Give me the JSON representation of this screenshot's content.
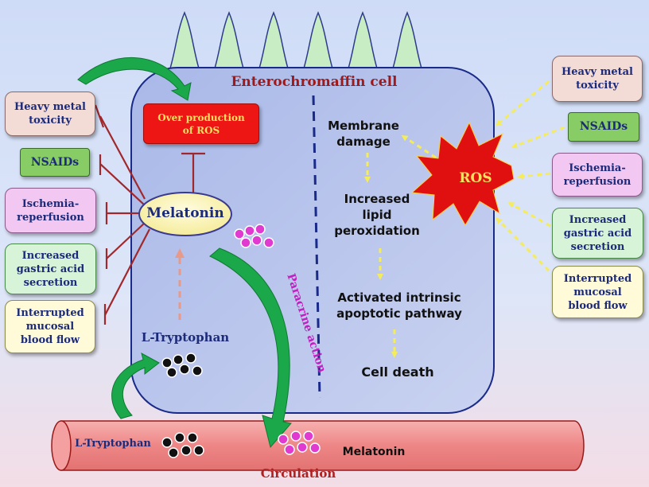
{
  "cell_title": "Enterochromaffin cell",
  "ros_overproduction": "Over production\nof ROS",
  "melatonin_label": "Melatonin",
  "l_tryptophan_cell": "L-Tryptophan",
  "paracrine_label": "Paracrine action",
  "left_factors": [
    "Heavy metal\ntoxicity",
    "NSAIDs",
    "Ischemia-\nreperfusion",
    "Increased\ngastric acid\nsecretion",
    "Interrupted\nmucosal\nblood flow"
  ],
  "right_factors": [
    "Heavy metal\ntoxicity",
    "NSAIDs",
    "Ischemia-\nreperfusion",
    "Increased\ngastric acid\nsecretion",
    "Interrupted\nmucosal\nblood flow"
  ],
  "ros_star": "ROS",
  "pathway_steps": [
    "Membrane\ndamage",
    "Increased\nlipid\nperoxidation",
    "Activated intrinsic\napoptotic pathway",
    "Cell death"
  ],
  "vessel": {
    "l_tryptophan": "L-Tryptophan",
    "melatonin": "Melatonin",
    "circulation": "Circulation"
  },
  "colors": {
    "factor_pink": "#f4dcd6",
    "factor_green": "#88cc66",
    "factor_violet": "#f2c8f2",
    "factor_mint": "#d8f4d8",
    "factor_yellow": "#fffbd8",
    "ros_red": "#e01010",
    "cell_fill": "#b7c4ec",
    "vessel_fill": "#ee8888",
    "green_arrow": "#1aa84a",
    "inhibit_line": "#a0282c"
  }
}
